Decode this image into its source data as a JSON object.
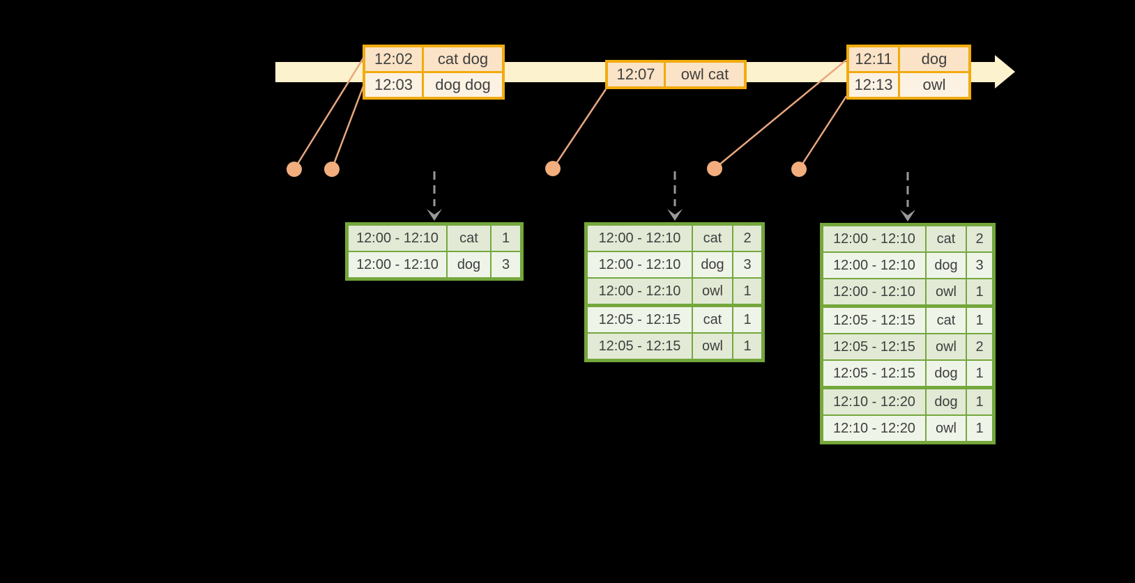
{
  "colors": {
    "background": "#000000",
    "timeline_band": "#FCF2CE",
    "event_border": "#F2AB0E",
    "event_row_dark": "#FAE3C6",
    "event_row_light": "#FCF2E4",
    "connector_line": "#E9A77D",
    "trigger_dot": "#F2AE7D",
    "trigger_arrow": "#999999",
    "result_border": "#74A73C",
    "result_row_dark": "#E2EAD5",
    "result_row_light": "#EFF4E9",
    "text": "#3F3F3F"
  },
  "event_tables": [
    {
      "name": "events-batch-1",
      "rows": [
        [
          "12:02",
          "cat dog"
        ],
        [
          "12:03",
          "dog dog"
        ]
      ]
    },
    {
      "name": "events-batch-2",
      "rows": [
        [
          "12:07",
          "owl cat"
        ]
      ]
    },
    {
      "name": "events-batch-3",
      "rows": [
        [
          "12:11",
          "dog"
        ],
        [
          "12:13",
          "owl"
        ]
      ]
    }
  ],
  "result_tables": [
    {
      "name": "result-table-1",
      "rows": [
        [
          "12:00 - 12:10",
          "cat",
          "1"
        ],
        [
          "12:00 - 12:10",
          "dog",
          "3"
        ]
      ],
      "group_breaks": []
    },
    {
      "name": "result-table-2",
      "rows": [
        [
          "12:00 - 12:10",
          "cat",
          "2"
        ],
        [
          "12:00 - 12:10",
          "dog",
          "3"
        ],
        [
          "12:00 - 12:10",
          "owl",
          "1"
        ],
        [
          "12:05 - 12:15",
          "cat",
          "1"
        ],
        [
          "12:05 - 12:15",
          "owl",
          "1"
        ]
      ],
      "group_breaks": [
        3
      ]
    },
    {
      "name": "result-table-3",
      "rows": [
        [
          "12:00 - 12:10",
          "cat",
          "2"
        ],
        [
          "12:00 - 12:10",
          "dog",
          "3"
        ],
        [
          "12:00 - 12:10",
          "owl",
          "1"
        ],
        [
          "12:05 - 12:15",
          "cat",
          "1"
        ],
        [
          "12:05 - 12:15",
          "owl",
          "2"
        ],
        [
          "12:05 - 12:15",
          "dog",
          "1"
        ],
        [
          "12:10 - 12:20",
          "dog",
          "1"
        ],
        [
          "12:10 - 12:20",
          "owl",
          "1"
        ]
      ],
      "group_breaks": [
        3,
        6
      ]
    }
  ]
}
